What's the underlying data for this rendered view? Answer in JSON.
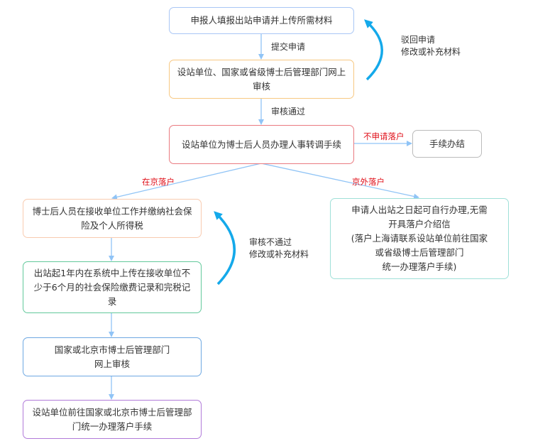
{
  "top_flow": {
    "step1": "申报人填报出站申请并上传所需材料",
    "edge1": "提交申请",
    "step2": "设站单位、国家或省级博士后管理部门网上审核",
    "edge2": "审核通过",
    "step3": "设站单位为博士后人员办理人事转调手续",
    "reject_note": [
      "驳回申请",
      "修改或补充材料"
    ],
    "no_settle_label": "不申请落户",
    "done": "手续办结"
  },
  "beijing_branch": {
    "label": "在京落户",
    "step1": "博士后人员在接收单位工作并缴纳社会保险及个人所得税",
    "step2": "出站起1年内在系统中上传在接收单位不少于6个月的社会保险缴费记录和完税记录",
    "step3": "国家或北京市博士后管理部门网上审核",
    "step4": "设站单位前往国家或北京市博士后管理部门统一办理落户手续",
    "reject_note": [
      "审核不通过",
      "修改或补充材料"
    ]
  },
  "outside_branch": {
    "label": "京外落户",
    "text": [
      "申请人出站之日起可自行办理,无需",
      "开具落户介绍信",
      "(落户上海请联系设站单位前往国家",
      "或省级博士后管理部门",
      "统一办理落户手续)"
    ]
  },
  "colors": {
    "arrow": "#90c4f6",
    "curve": "#14a9ea",
    "red_label": "#e0101a"
  }
}
